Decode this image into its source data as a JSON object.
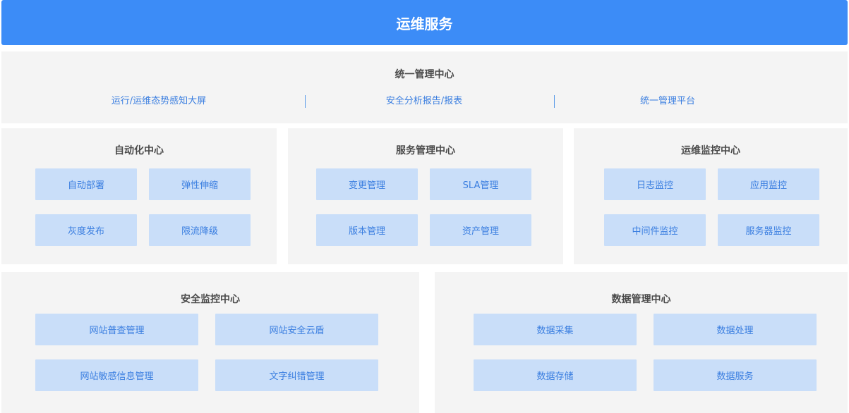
{
  "header": {
    "title": "运维服务"
  },
  "unified_center": {
    "title": "统一管理中心",
    "links": [
      "运行/运维态势感知大屏",
      "安全分析报告/报表",
      "统一管理平台"
    ]
  },
  "automation_center": {
    "title": "自动化中心",
    "items": [
      "自动部署",
      "弹性伸缩",
      "灰度发布",
      "限流降级"
    ]
  },
  "service_center": {
    "title": "服务管理中心",
    "items": [
      "变更管理",
      "SLA管理",
      "版本管理",
      "资产管理"
    ]
  },
  "monitoring_center": {
    "title": "运维监控中心",
    "items": [
      "日志监控",
      "应用监控",
      "中间件监控",
      "服务器监控"
    ]
  },
  "security_center": {
    "title": "安全监控中心",
    "items": [
      "网站普查管理",
      "网站安全云盾",
      "网站敏感信息管理",
      "文字纠错管理"
    ]
  },
  "data_center": {
    "title": "数据管理中心",
    "items": [
      "数据采集",
      "数据处理",
      "数据存储",
      "数据服务"
    ]
  },
  "colors": {
    "header_bg": "#3c8cf7",
    "panel_bg": "#f4f4f4",
    "box_bg": "#c9def9",
    "box_text": "#3a7ee0",
    "title_text": "#4a4a4a"
  }
}
